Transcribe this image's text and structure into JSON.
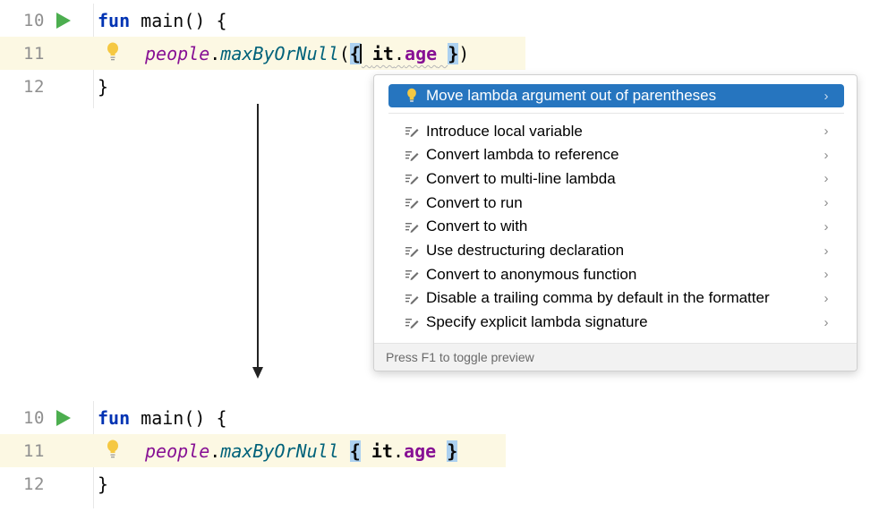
{
  "before": {
    "lines": [
      {
        "number": "10",
        "parts": {
          "kw": "fun",
          "rest": " main() {"
        }
      },
      {
        "number": "11",
        "parts": {
          "var": "people",
          "dot": ".",
          "fn": "maxByOrNull",
          "open_paren": "(",
          "open_brace": "{",
          "sp1": " ",
          "it": "it",
          "dot2": ".",
          "prop": "age",
          "sp2": " ",
          "close_brace": "}",
          "close_paren": ")"
        }
      },
      {
        "number": "12",
        "parts": {
          "rest": "}"
        }
      }
    ]
  },
  "after": {
    "lines": [
      {
        "number": "10",
        "parts": {
          "kw": "fun",
          "rest": " main() {"
        }
      },
      {
        "number": "11",
        "parts": {
          "var": "people",
          "dot": ".",
          "fn": "maxByOrNull",
          "sp0": " ",
          "open_brace": "{",
          "sp1": " ",
          "it": "it",
          "dot2": ".",
          "prop": "age",
          "sp2": " ",
          "close_brace": "}"
        }
      },
      {
        "number": "12",
        "parts": {
          "rest": "}"
        }
      }
    ]
  },
  "popup": {
    "selected": {
      "label": "Move lambda argument out of parentheses",
      "icon": "lightbulb-icon"
    },
    "items": [
      {
        "label": "Introduce local variable",
        "icon": "intention-pencil-icon"
      },
      {
        "label": "Convert lambda to reference",
        "icon": "intention-pencil-icon"
      },
      {
        "label": "Convert to multi-line lambda",
        "icon": "intention-pencil-icon"
      },
      {
        "label": "Convert to run",
        "icon": "intention-pencil-icon"
      },
      {
        "label": "Convert to with",
        "icon": "intention-pencil-icon"
      },
      {
        "label": "Use destructuring declaration",
        "icon": "intention-pencil-icon"
      },
      {
        "label": "Convert to anonymous function",
        "icon": "intention-pencil-icon"
      },
      {
        "label": "Disable a trailing comma by default in the formatter",
        "icon": "intention-pencil-icon"
      },
      {
        "label": "Specify explicit lambda signature",
        "icon": "intention-pencil-icon"
      }
    ],
    "chevron": "›",
    "footer": "Press F1 to toggle preview"
  },
  "colors": {
    "keyword": "#0033b3",
    "variable": "#871094",
    "function": "#00627a",
    "line_highlight": "#fcf8e3",
    "brace_match": "#acd1f0",
    "run_icon": "#4cae4f",
    "popup_selection": "#2675bf"
  }
}
